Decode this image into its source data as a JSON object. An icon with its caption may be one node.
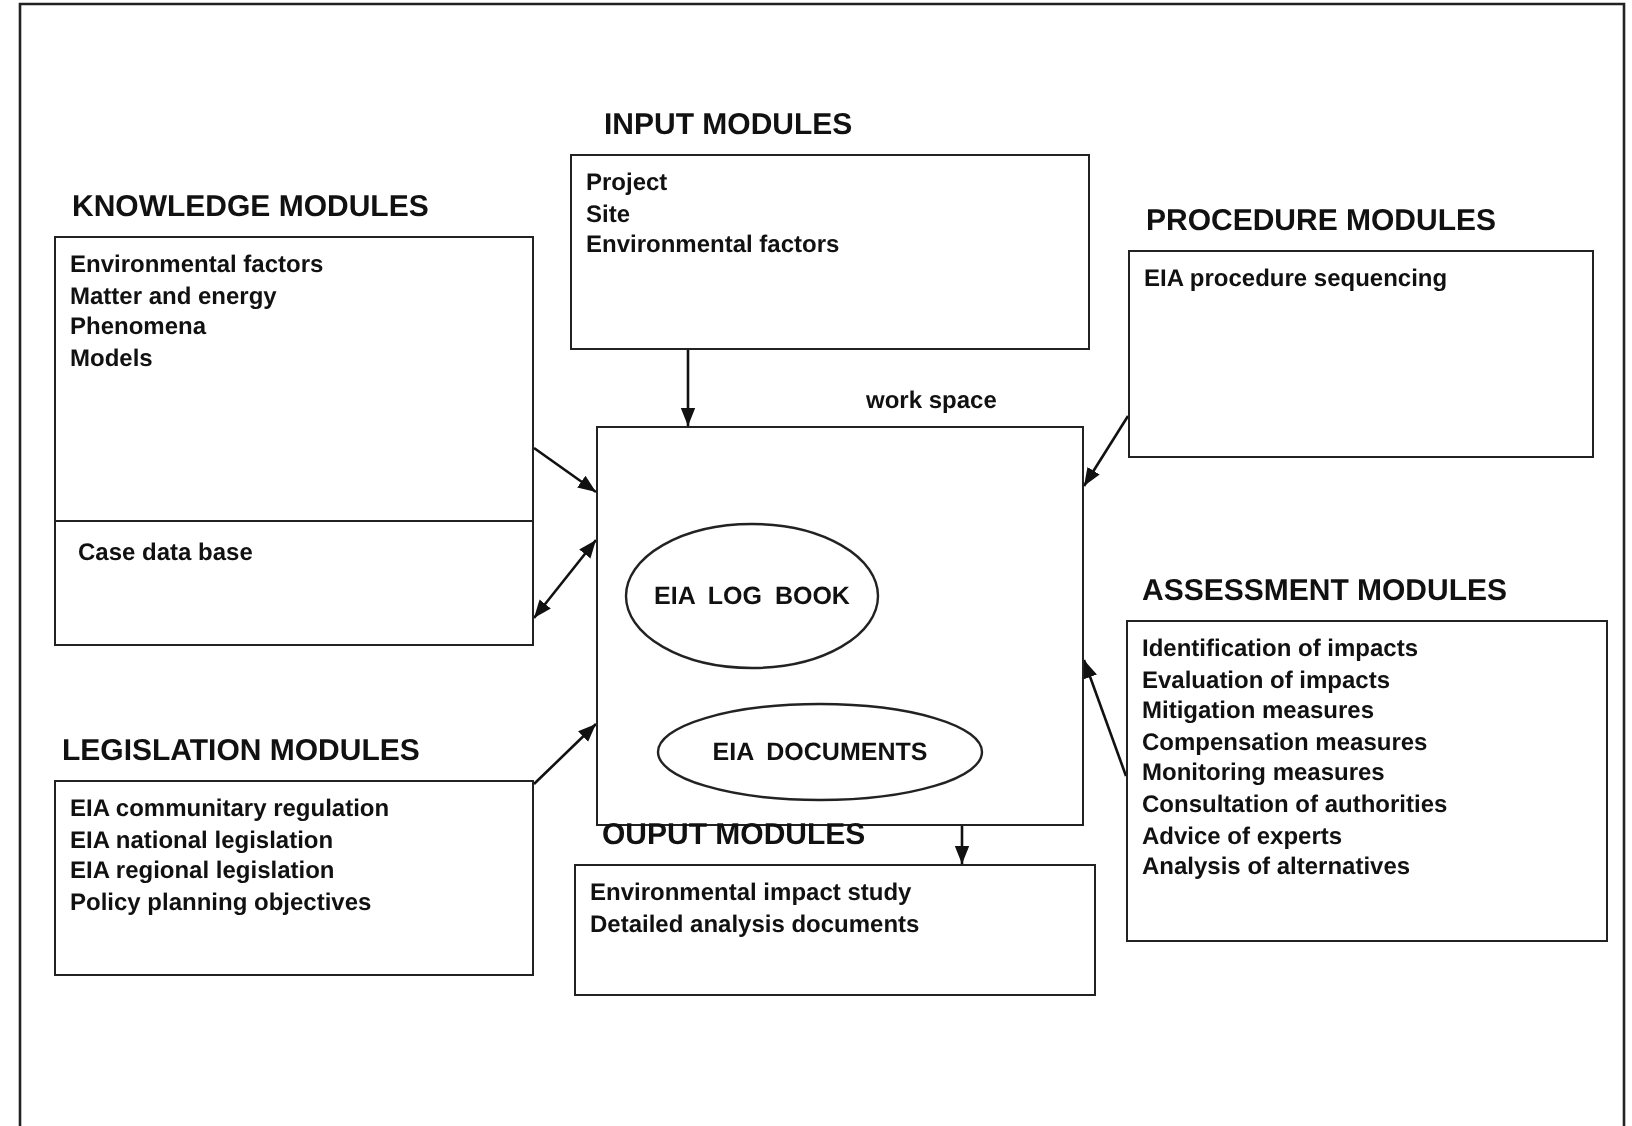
{
  "diagram": {
    "nodes": [
      {
        "text": [
          "KNOWLEDGE MODULES",
          "Environmental factors",
          "Matter and energy",
          "Phenomena",
          "Models"
        ]
      },
      {
        "text": [
          "Case data base"
        ],
        "in": 0
      },
      {
        "text": [
          "INPUT MODULES",
          "Project",
          "Site",
          "Environmental factors"
        ]
      },
      {
        "text": [
          "PROCEDURE MODULES",
          "EIA procedure sequencing"
        ]
      },
      {
        "text": [
          "work space"
        ]
      },
      {
        "text": [
          "EIA LOG BOOK"
        ],
        "in": 4
      },
      {
        "text": [
          "EIA DOCUMENTS"
        ],
        "in": 4
      },
      {
        "text": [
          "ASSESSMENT MODULES",
          "Identification of impacts",
          "Evaluation of impacts",
          "Mitigation measures",
          "Compensation measures",
          "Monitoring measures",
          "Consultation of authorities",
          "Advice of experts",
          "Analysis of alternatives"
        ]
      },
      {
        "text": [
          "LEGISLATION MODULES",
          "EIA communitary regulation",
          "EIA national legislation",
          "EIA regional legislation",
          "Policy planning objectives"
        ]
      },
      {
        "text": [
          "OUPUT MODULES",
          "Environmental impact study",
          "Detailed analysis documents"
        ]
      }
    ],
    "edges": [
      {
        "from": 0,
        "to": 4,
        "arrow": "to"
      },
      {
        "from": 1,
        "to": 4,
        "arrow": "both"
      },
      {
        "from": 2,
        "to": 4,
        "arrow": "to"
      },
      {
        "from": 3,
        "to": 4,
        "arrow": "to"
      },
      {
        "from": 7,
        "to": 4,
        "arrow": "to"
      },
      {
        "from": 8,
        "to": 4,
        "arrow": "to"
      },
      {
        "from": 4,
        "to": 9,
        "arrow": "to"
      }
    ]
  }
}
